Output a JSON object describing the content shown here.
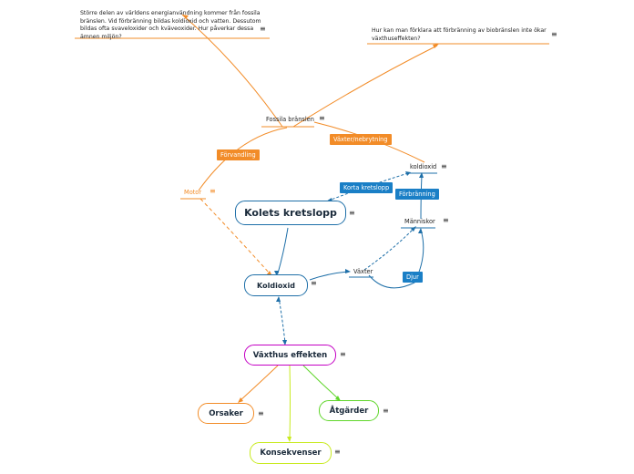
{
  "notes": {
    "fossil_question": "Större delen av världens energianvändning kommer från fossila bränslen. Vid förbränning bildas koldioxid och vatten. Dessutom bildas ofta svaveloxider och kväveoxider. Hur påverkar dessa ämnen miljön?",
    "biofuel_question": "Hur kan man förklara att förbränning av biobränslen inte ökar växthuseffekten?"
  },
  "nodes": {
    "fossila": "Fossila bränslen",
    "motor": "Motor",
    "kolets": "Kolets kretslopp",
    "koldioxid_main": "Koldioxid",
    "koldioxid_small": "koldioxid",
    "manniskor": "Människor",
    "vaxter": "Växter",
    "vaxthus": "Växthus effekten",
    "orsaker": "Orsaker",
    "atgarder": "Åtgärder",
    "konsekvenser": "Konsekvenser"
  },
  "labels": {
    "forvandling": "Förvandling",
    "vaxter_nebrytning": "Växter/nebrytning",
    "korta_kretslopp": "Korta kretslopp",
    "forbranning": "Förbränning",
    "djur": "Djur"
  },
  "icons": {
    "menu": "≡"
  },
  "colors": {
    "orange": "#f28c28",
    "blue": "#1e6fa8",
    "purple": "#c400c4",
    "yellow_green": "#c8ea1e",
    "green": "#5fd62a",
    "label_blue": "#1a7fc6"
  }
}
